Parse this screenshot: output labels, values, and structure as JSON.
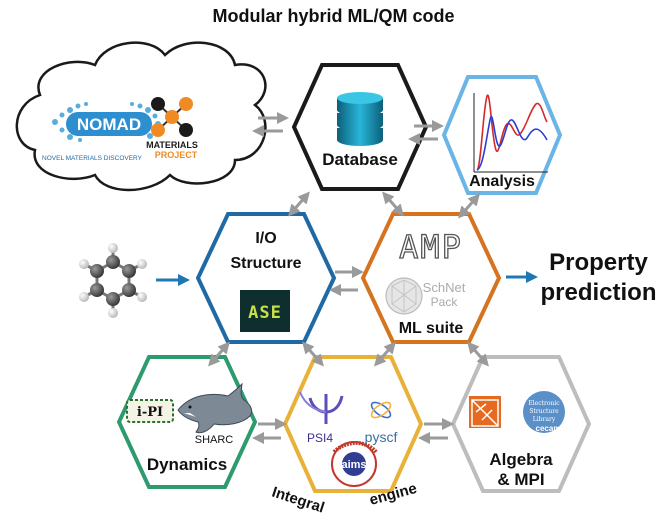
{
  "title": "Modular hybrid ML/QM code",
  "modules": {
    "database": {
      "label": "Database",
      "color": "#1a1a1a"
    },
    "analysis": {
      "label": "Analysis",
      "color": "#6ab4e6"
    },
    "io": {
      "label_line1": "I/O",
      "label_line2": "Structure",
      "color": "#1f6aa5"
    },
    "ml": {
      "label": "ML suite",
      "color": "#d6731f"
    },
    "dynamics": {
      "label": "Dynamics",
      "color": "#2e9b6e"
    },
    "integral": {
      "label_word1": "Integral",
      "label_word2": "engine",
      "color": "#e8b23a"
    },
    "algebra": {
      "label_line1": "Algebra",
      "label_line2": "& MPI",
      "color": "#bdbdbd"
    }
  },
  "logos": {
    "nomad": "NOMAD",
    "nomad_sub": "NOVEL MATERIALS DISCOVERY",
    "mp_line1": "MATERIALS",
    "mp_line2": "PROJECT",
    "ase": "ASE",
    "amp": "AMP",
    "schnet_line1": "SchNet",
    "schnet_line2": "Pack",
    "ipi": "i-PI",
    "sharc": "SHARC",
    "psi4": "PSI4",
    "pyscf": "pyscf",
    "aims": "aims",
    "esl_line1": "Electronic",
    "esl_line2": "Structure",
    "esl_line3": "Library",
    "cecam": "cecam"
  },
  "output": {
    "line1": "Property",
    "line2": "prediction"
  },
  "colors": {
    "arrow_gray": "#9a9a9a",
    "arrow_blue": "#1f78b4"
  }
}
